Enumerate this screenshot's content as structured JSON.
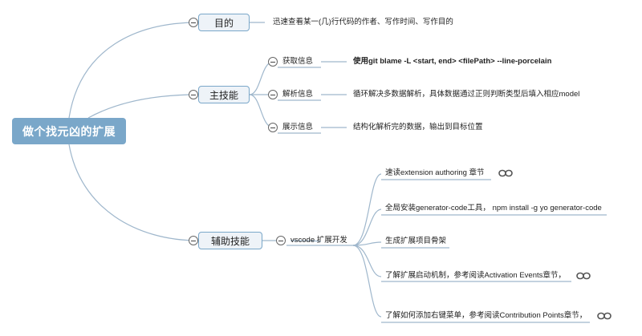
{
  "root": {
    "label": "做个找元凶的扩展"
  },
  "purpose": {
    "label": "目的",
    "text": "迅速查看某一(几)行代码的作者、写作时间、写作目的"
  },
  "main_skill": {
    "label": "主技能",
    "items": [
      {
        "label": "获取信息",
        "detail": "使用git blame -L <start, end> <filePath> --line-porcelain"
      },
      {
        "label": "解析信息",
        "detail": "循环解决多数据解析，具体数据通过正则判断类型后填入相应model"
      },
      {
        "label": "展示信息",
        "detail": "结构化解析完的数据，输出到目标位置"
      }
    ]
  },
  "aux_skill": {
    "label": "辅助技能",
    "child": {
      "label": "vscode 扩展开发",
      "items": [
        {
          "text": "速读extension authoring 章节",
          "link_icon": "link-icon"
        },
        {
          "text": "全局安装generator-code工具， npm install -g yo generator-code"
        },
        {
          "text": "生成扩展项目骨架"
        },
        {
          "text": "了解扩展启动机制，参考阅读Activation Events章节，",
          "link_icon": "link-icon"
        },
        {
          "text": "了解如何添加右键菜单，参考阅读Contribution Points章节，",
          "link_icon": "link-icon"
        }
      ]
    }
  },
  "colors": {
    "root_bg": "#7aa7c9",
    "line": "#9fb7cc",
    "topic_border": "#7aa7c9",
    "topic_bg": "#eef3f8"
  }
}
